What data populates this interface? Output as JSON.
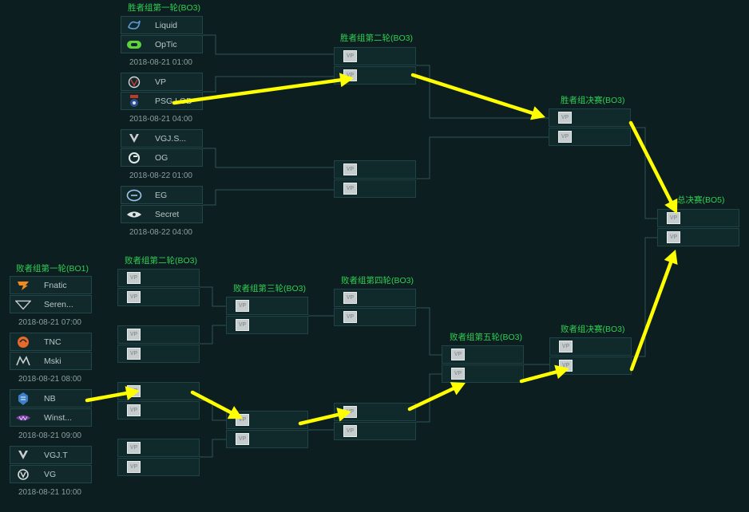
{
  "colors": {
    "background": "#0c1e1f",
    "round_title": "#2fcf55",
    "arrow": "#ffff00",
    "connector": "#2e5458"
  },
  "placeholder_text": "VP",
  "rounds": {
    "upper_r1": "胜者组第一轮(BO3)",
    "upper_r2": "胜者组第二轮(BO3)",
    "upper_final": "胜者组决赛(BO3)",
    "grand_final": "总决赛(BO5)",
    "lower_r1": "败者组第一轮(BO1)",
    "lower_r2": "败者组第二轮(BO3)",
    "lower_r3": "败者组第三轮(BO3)",
    "lower_r4": "败者组第四轮(BO3)",
    "lower_r5": "败者组第五轮(BO3)",
    "lower_final": "败者组决赛(BO3)"
  },
  "upper_matches": [
    {
      "team1": "Liquid",
      "logo1": "liquid-logo",
      "team2": "OpTic",
      "logo2": "optic-logo",
      "date": "2018-08-21 01:00"
    },
    {
      "team1": "VP",
      "logo1": "vp-logo",
      "team2": "PSG.LGD",
      "logo2": "psg-lgd-logo",
      "date": "2018-08-21 04:00"
    },
    {
      "team1": "VGJ.S...",
      "logo1": "vgj-storm-logo",
      "team2": "OG",
      "logo2": "og-logo",
      "date": "2018-08-22 01:00"
    },
    {
      "team1": "EG",
      "logo1": "eg-logo",
      "team2": "Secret",
      "logo2": "secret-logo",
      "date": "2018-08-22 04:00"
    }
  ],
  "lower_matches": [
    {
      "team1": "Fnatic",
      "logo1": "fnatic-logo",
      "team2": "Seren...",
      "logo2": "serenity-logo",
      "date": "2018-08-21 07:00"
    },
    {
      "team1": "TNC",
      "logo1": "tnc-logo",
      "team2": "Mski",
      "logo2": "mineski-logo",
      "date": "2018-08-21 08:00"
    },
    {
      "team1": "NB",
      "logo1": "newbee-logo",
      "team2": "Winst...",
      "logo2": "winstrike-logo",
      "date": "2018-08-21 09:00"
    },
    {
      "team1": "VGJ.T",
      "logo1": "vgj-thunder-logo",
      "team2": "VG",
      "logo2": "vg-logo",
      "date": "2018-08-21 10:00"
    }
  ]
}
